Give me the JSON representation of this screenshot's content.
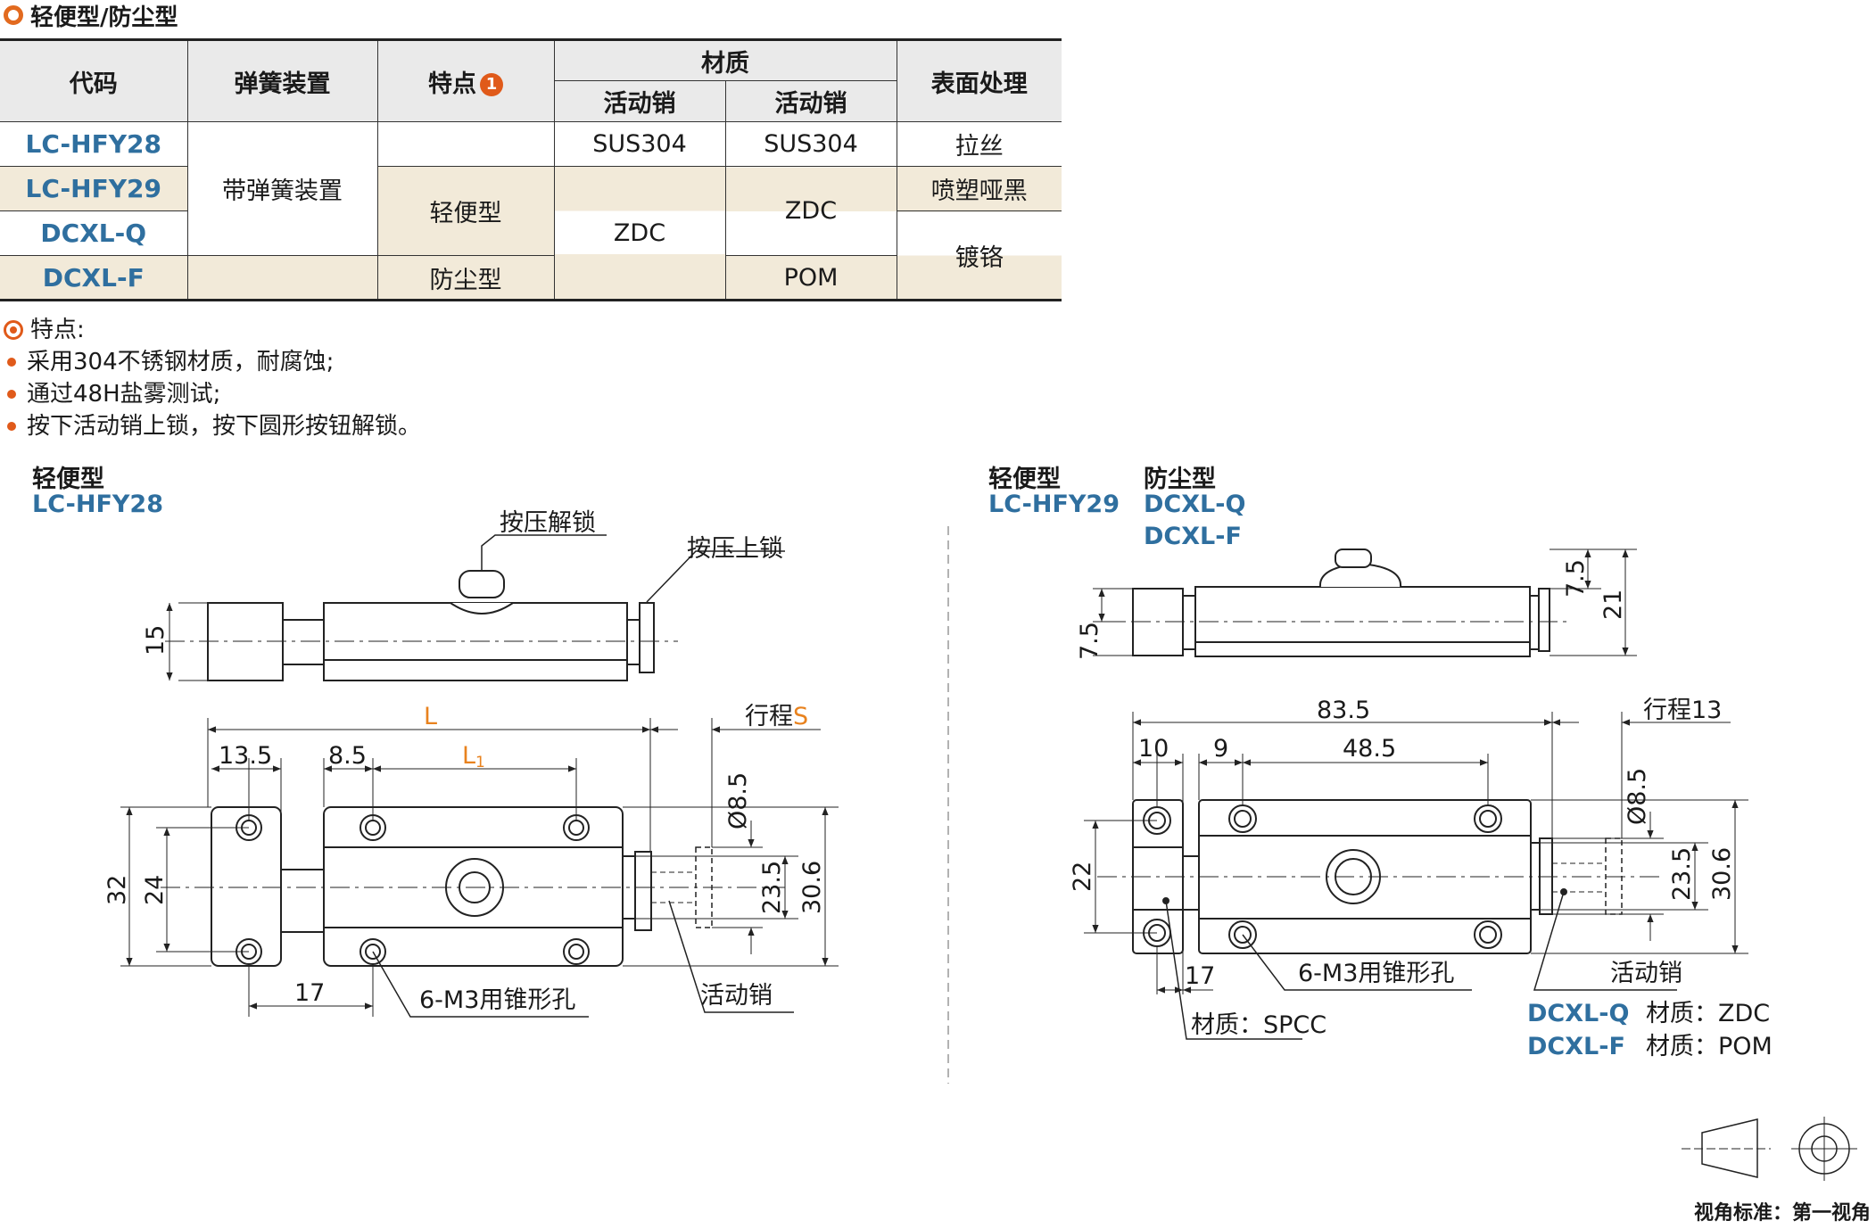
{
  "section": {
    "title": "轻便型/防尘型"
  },
  "table": {
    "headers": {
      "code": "代码",
      "spring": "弹簧装置",
      "feature": "特点",
      "feature_badge": "1",
      "material": "材质",
      "mat_pin1": "活动销",
      "mat_pin2": "活动销",
      "surface": "表面处理"
    },
    "rows": [
      {
        "code": "LC-HFY28"
      },
      {
        "code": "LC-HFY29"
      },
      {
        "code": "DCXL-Q"
      },
      {
        "code": "DCXL-F"
      }
    ],
    "cells": {
      "spring_val": "带弹簧装置",
      "light": "轻便型",
      "dust": "防尘型",
      "sus1": "SUS304",
      "sus2": "SUS304",
      "zdc1": "ZDC",
      "zdc2": "ZDC",
      "pom": "POM",
      "brushed": "拉丝",
      "spray": "喷塑哑黑",
      "chrome": "镀铬"
    }
  },
  "features": {
    "title": "特点:",
    "items": [
      "采用304不锈钢材质，耐腐蚀;",
      "通过48H盐雾测试;",
      "按下活动销上锁，按下圆形按钮解锁。"
    ]
  },
  "left_drawing": {
    "type_label": "轻便型",
    "model": "LC-HFY28",
    "callout_unlock": "按压解锁",
    "callout_lock": "按压上锁",
    "dim_15": "15",
    "dim_L": "L",
    "dim_stroke": "行程",
    "dim_S": "S",
    "dim_13_5": "13.5",
    "dim_8_5": "8.5",
    "dim_L1": "L",
    "dim_L1_sub": "1",
    "dim_32": "32",
    "dim_24": "24",
    "dim_dia": "Ø8.5",
    "dim_23_5": "23.5",
    "dim_30_6": "30.6",
    "dim_17": "17",
    "holes": "6-M3用锥形孔",
    "pin": "活动销"
  },
  "right_drawing": {
    "type_label_1": "轻便型",
    "model_1": "LC-HFY29",
    "type_label_2": "防尘型",
    "model_2a": "DCXL-Q",
    "model_2b": "DCXL-F",
    "dim_7_5a": "7.5",
    "dim_21": "21",
    "dim_7_5b": "7.5",
    "dim_83_5": "83.5",
    "dim_stroke": "行程13",
    "dim_10": "10",
    "dim_9": "9",
    "dim_48_5": "48.5",
    "dim_22": "22",
    "dim_dia": "Ø8.5",
    "dim_23_5": "23.5",
    "dim_30_6": "30.6",
    "dim_17": "17",
    "holes": "6-M3用锥形孔",
    "pin": "活动销",
    "mat_body": "材质：SPCC",
    "q_code": "DCXL-Q",
    "q_mat": "材质：ZDC",
    "f_code": "DCXL-F",
    "f_mat": "材质：POM"
  },
  "footer": {
    "projection": "视角标准：第一视角"
  },
  "colors": {
    "accent": "#e05a1a",
    "code_blue": "#2f6f9f",
    "beige": "#f2ead9",
    "dim_orange": "#e8821e"
  }
}
